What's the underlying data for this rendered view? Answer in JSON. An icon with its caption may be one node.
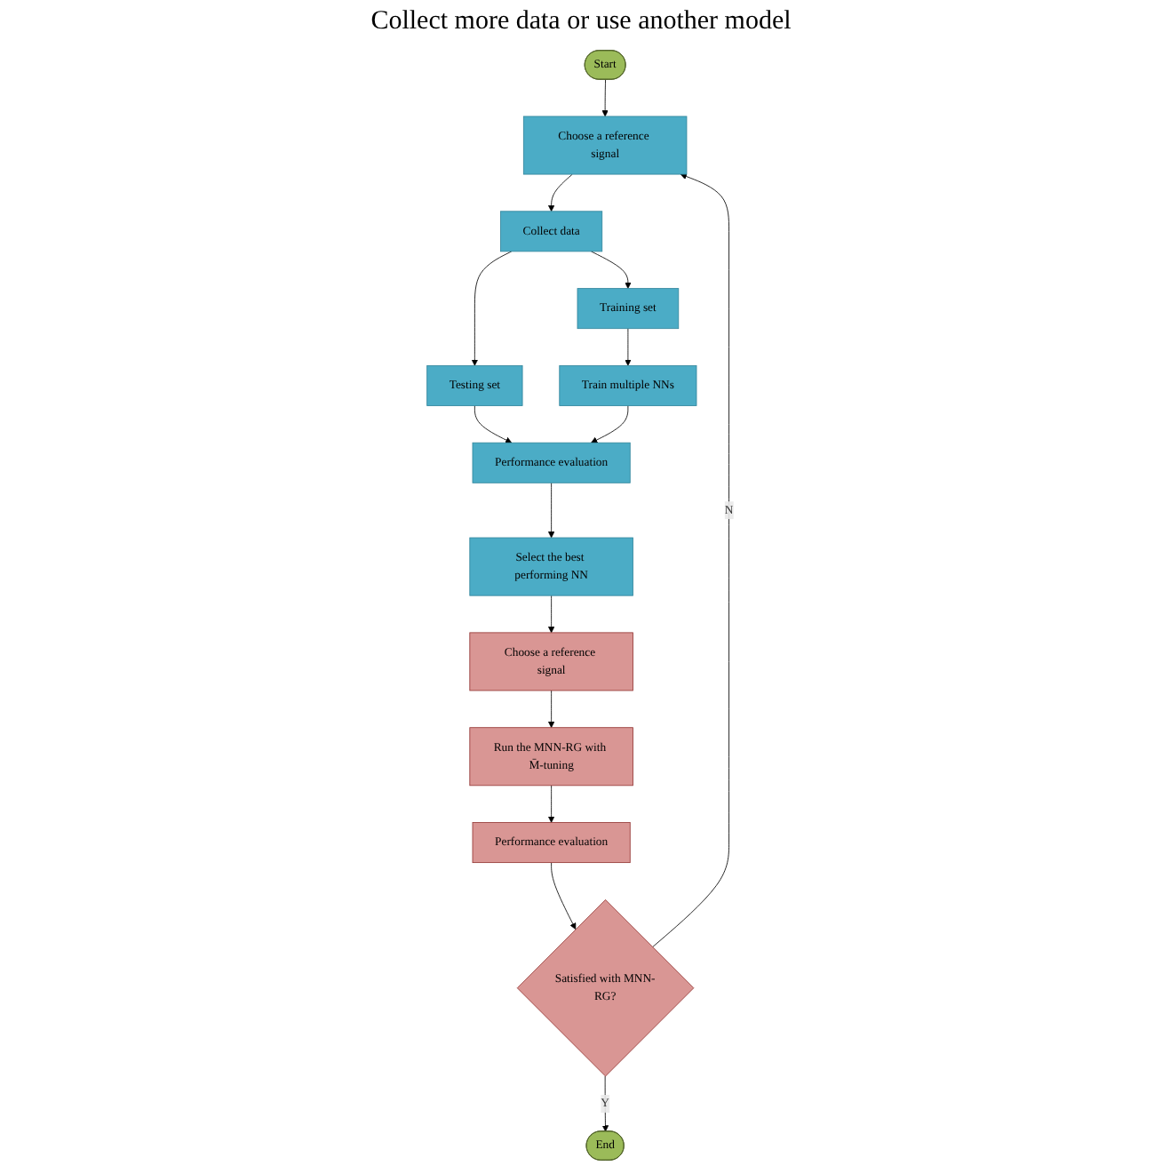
{
  "diagram": {
    "nodes": [
      {
        "text": [
          "Start"
        ]
      },
      {
        "text": [
          "Choose a reference signal"
        ]
      },
      {
        "text": [
          "Collect data"
        ]
      },
      {
        "text": [
          "Testing set"
        ]
      },
      {
        "text": [
          "Training set"
        ]
      },
      {
        "text": [
          "Train multiple NNs"
        ]
      },
      {
        "text": [
          "Performance evaluation"
        ]
      },
      {
        "text": [
          "Select the best performing NN"
        ]
      },
      {
        "text": [
          "Choose a reference signal"
        ]
      },
      {
        "text": [
          "Run the MNN-RG with M̄-tuning"
        ]
      },
      {
        "text": [
          "Performance evaluation"
        ]
      },
      {
        "text": [
          "Satisfied with MNN-RG?"
        ]
      },
      {
        "text": [
          "End"
        ]
      }
    ],
    "edges": [
      {
        "from": 0,
        "to": 1,
        "arrow": "to"
      },
      {
        "from": 1,
        "to": 2,
        "arrow": "to"
      },
      {
        "from": 2,
        "to": 3,
        "arrow": "to"
      },
      {
        "from": 2,
        "to": 4,
        "arrow": "to"
      },
      {
        "from": 4,
        "to": 5,
        "arrow": "to"
      },
      {
        "from": 3,
        "to": 6,
        "arrow": "to"
      },
      {
        "from": 5,
        "to": 6,
        "arrow": "to"
      },
      {
        "from": 6,
        "to": 7,
        "arrow": "to"
      },
      {
        "from": 7,
        "to": 8,
        "arrow": "to"
      },
      {
        "from": 8,
        "to": 9,
        "arrow": "to"
      },
      {
        "from": 9,
        "to": 10,
        "arrow": "to"
      },
      {
        "from": 10,
        "to": 11,
        "arrow": "to"
      },
      {
        "from": 11,
        "to": 12,
        "label": "Y",
        "arrow": "to"
      },
      {
        "from": 11,
        "to": 1,
        "label": "N",
        "arrow": "to"
      }
    ],
    "labels": [
      "Collect more data or use another model"
    ]
  }
}
